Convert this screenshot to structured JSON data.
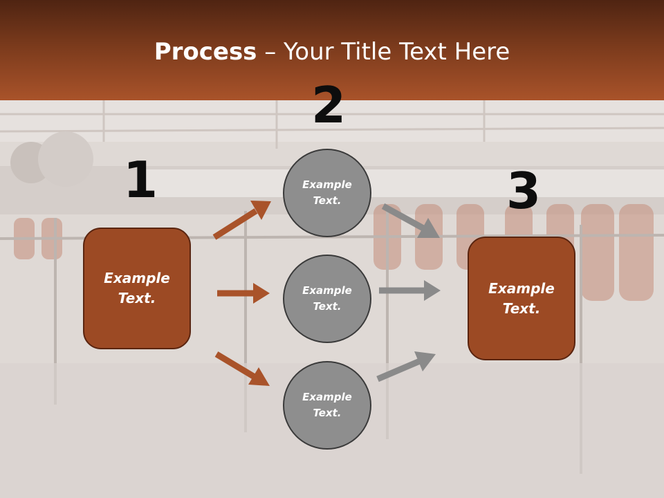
{
  "title": {
    "bold": "Process",
    "rest": " – Your Title Text Here"
  },
  "steps": [
    {
      "number": "1",
      "line1": "Example",
      "line2": "Text."
    },
    {
      "number": "2"
    },
    {
      "number": "3",
      "line1": "Example",
      "line2": "Text."
    }
  ],
  "circles": [
    {
      "line1": "Example",
      "line2": "Text."
    },
    {
      "line1": "Example",
      "line2": "Text."
    },
    {
      "line1": "Example",
      "line2": "Text."
    }
  ],
  "colors": {
    "accent": "#9c4a24",
    "header_dark": "#4f2412",
    "circle": "#8e8e8e",
    "arrow_left": "#a9532a",
    "arrow_right": "#8a8a8a"
  }
}
